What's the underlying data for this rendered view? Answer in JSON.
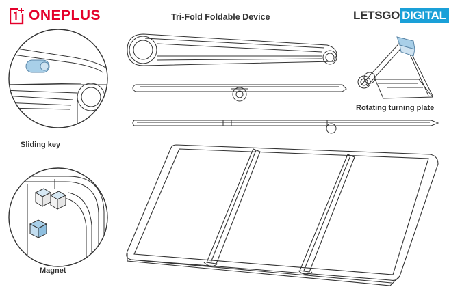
{
  "header": {
    "oneplus_logo_text": "ONEPLUS",
    "letsgo_text_a": "LETSGO",
    "letsgo_text_b": "DIGITAL",
    "title": "Tri-Fold Foldable Device"
  },
  "captions": {
    "sliding_key": "Sliding key",
    "magnet": "Magnet",
    "rotating_plate": "Rotating turning plate"
  },
  "colors": {
    "oneplus_red": "#e4002b",
    "letsgo_blue": "#1aa0d8",
    "highlight_blue": "#a8cfe8",
    "line": "#333333"
  }
}
